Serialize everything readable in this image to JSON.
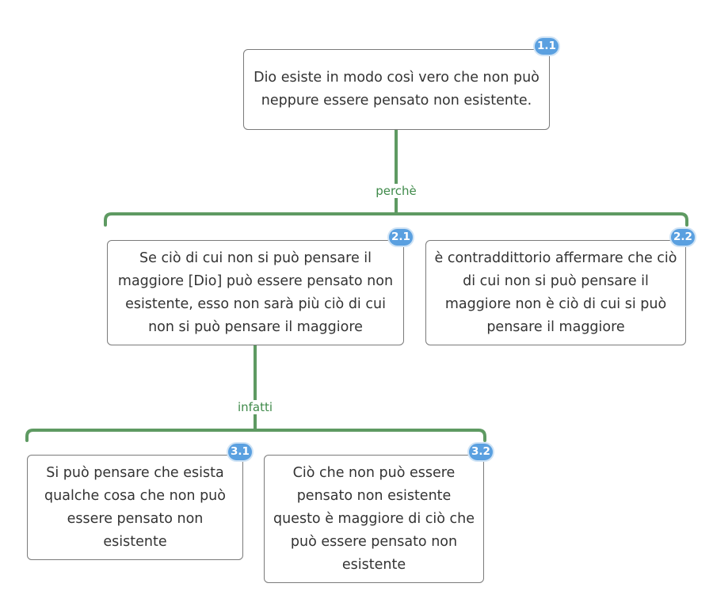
{
  "colors": {
    "connector": "#5e9a62",
    "badge": "#5aa0e0",
    "label": "#3f8a4a"
  },
  "nodes": {
    "n11": {
      "badge": "1.1",
      "text": "Dio esiste in modo così vero che non può neppure essere pensato non esistente."
    },
    "n21": {
      "badge": "2.1",
      "text": "Se ciò di cui non si può pensare il maggiore [Dio] può essere pensato non esistente, esso non sarà più ciò di cui non si può pensare il maggiore"
    },
    "n22": {
      "badge": "2.2",
      "text": "è contraddittorio affermare che ciò di cui non si può pensare il maggiore non è ciò di cui si può pensare il maggiore"
    },
    "n31": {
      "badge": "3.1",
      "text": "Si può pensare che esista qualche cosa che non può essere pensato non esistente"
    },
    "n32": {
      "badge": "3.2",
      "text": "Ciò che non può essere pensato non esistente questo è maggiore di ciò che può essere pensato non esistente"
    }
  },
  "links": {
    "l1": "perchè",
    "l2": "infatti"
  }
}
